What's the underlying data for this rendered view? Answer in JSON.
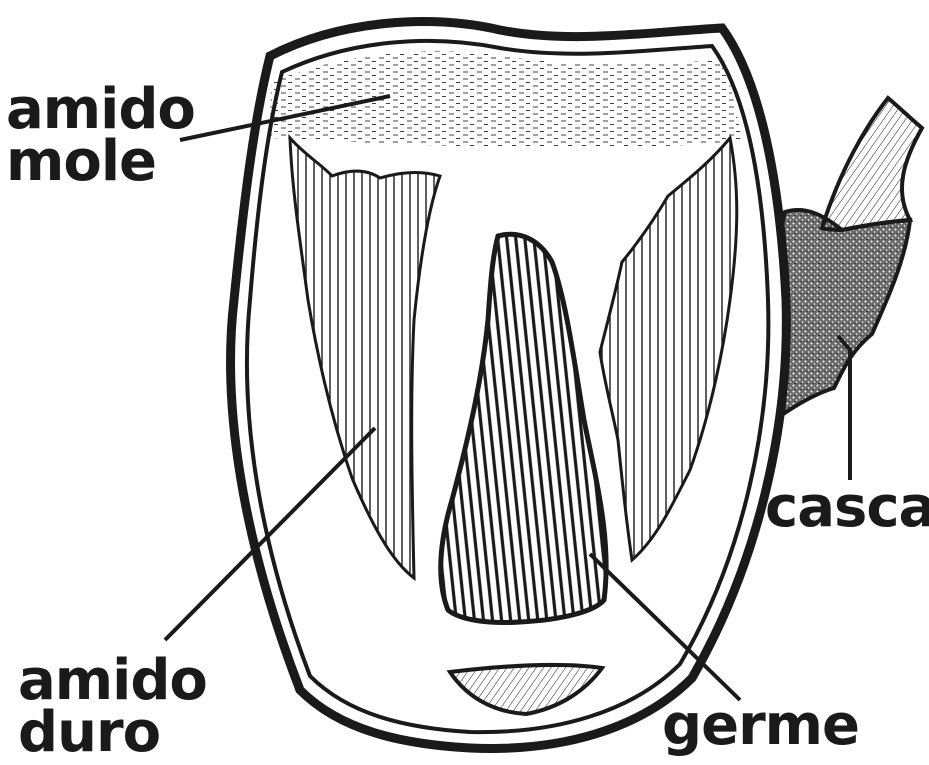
{
  "labels": {
    "amido_mole": [
      "amido",
      "mole"
    ],
    "amido_duro": [
      "amido",
      "duro"
    ],
    "casca": "casca",
    "germe": "germe"
  },
  "colors": {
    "ink": "#1a1a1a",
    "paper": "#ffffff",
    "stipple": "#2a2a2a",
    "hull_fill": "#555555"
  }
}
